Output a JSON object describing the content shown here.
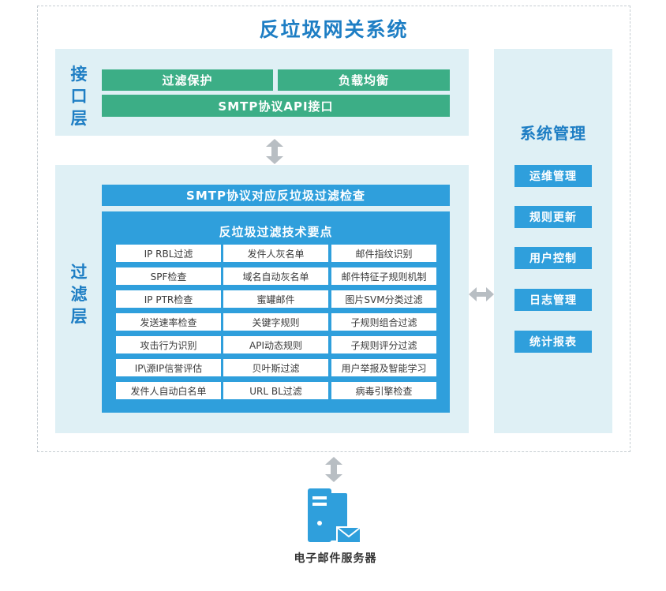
{
  "title": "反垃圾网关系统",
  "interface_layer": {
    "label": "接口层",
    "boxes": [
      "过滤保护",
      "负载均衡"
    ],
    "api": "SMTP协议API接口"
  },
  "filter_layer": {
    "label": "过滤层",
    "header": "SMTP协议对应反垃圾过滤检查",
    "tech_title": "反垃圾过滤技术要点",
    "rows": [
      [
        "IP RBL过滤",
        "发件人灰名单",
        "邮件指纹识别"
      ],
      [
        "SPF检查",
        "域名自动灰名单",
        "邮件特征子规则机制"
      ],
      [
        "IP PTR检查",
        "蜜罐邮件",
        "图片SVM分类过滤"
      ],
      [
        "发送速率检查",
        "关键字规则",
        "子规则组合过滤"
      ],
      [
        "攻击行为识别",
        "API动态规则",
        "子规则评分过滤"
      ],
      [
        "IP\\源IP信誉评估",
        "贝叶斯过滤",
        "用户举报及智能学习"
      ],
      [
        "发件人自动白名单",
        "URL BL过滤",
        "病毒引擎检查"
      ]
    ]
  },
  "system_management": {
    "title": "系统管理",
    "items": [
      "运维管理",
      "规则更新",
      "用户控制",
      "日志管理",
      "统计报表"
    ]
  },
  "server": {
    "label": "电子邮件服务器",
    "icon": "mail-server-icon"
  },
  "colors": {
    "title_blue": "#1e7ec4",
    "panel_bg": "#dff0f5",
    "green": "#3cae86",
    "blue": "#2f9fdc",
    "arrow": "#b8bec3"
  }
}
